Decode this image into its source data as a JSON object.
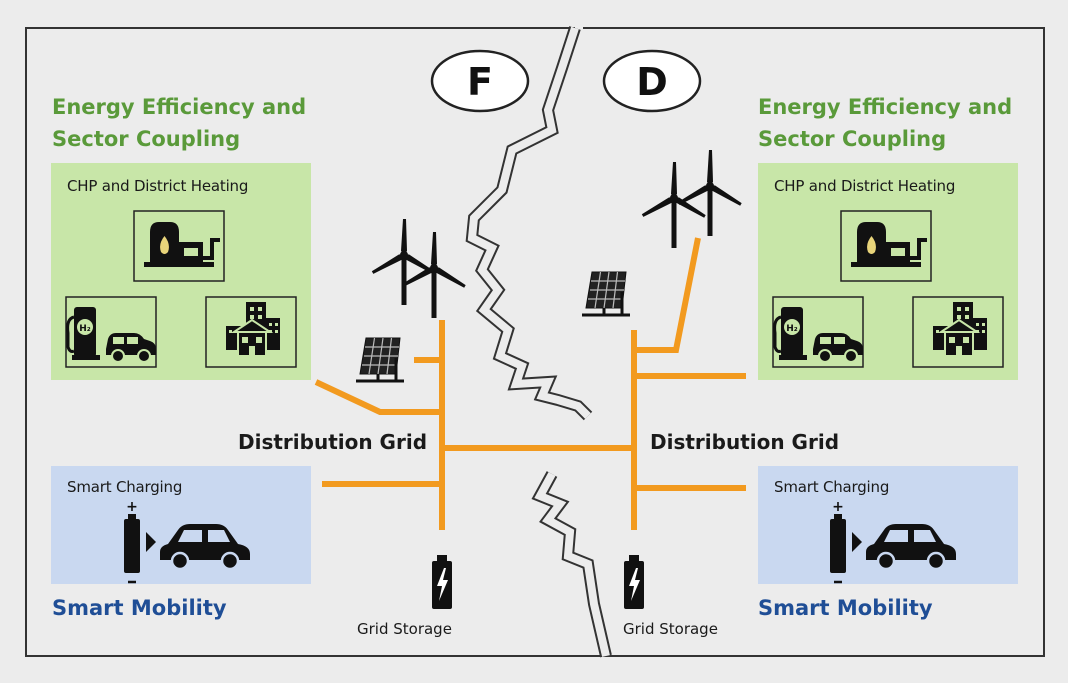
{
  "countries": {
    "left": "F",
    "right": "D"
  },
  "left": {
    "efficiency_title_line1": "Energy Efficiency and",
    "efficiency_title_line2": "Sector Coupling",
    "chp_label": "CHP and District Heating",
    "charging_label": "Smart Charging",
    "mobility_title": "Smart Mobility",
    "grid_label": "Distribution Grid",
    "storage_label": "Grid Storage"
  },
  "right": {
    "efficiency_title_line1": "Energy Efficiency and",
    "efficiency_title_line2": "Sector Coupling",
    "chp_label": "CHP and District Heating",
    "charging_label": "Smart Charging",
    "mobility_title": "Smart Mobility",
    "grid_label": "Distribution Grid",
    "storage_label": "Grid Storage"
  },
  "colors": {
    "background": "#ececec",
    "green_box": "#c8e6a8",
    "blue_box": "#c9d8f0",
    "grid_line": "#f29a1f",
    "green_text": "#5a9a3a",
    "blue_text": "#1f4e96"
  },
  "icons": [
    "chp-plant-icon",
    "hydrogen-car-icon",
    "buildings-icon",
    "battery-icon",
    "car-icon",
    "wind-turbine-icon",
    "solar-panel-icon",
    "grid-storage-icon"
  ]
}
